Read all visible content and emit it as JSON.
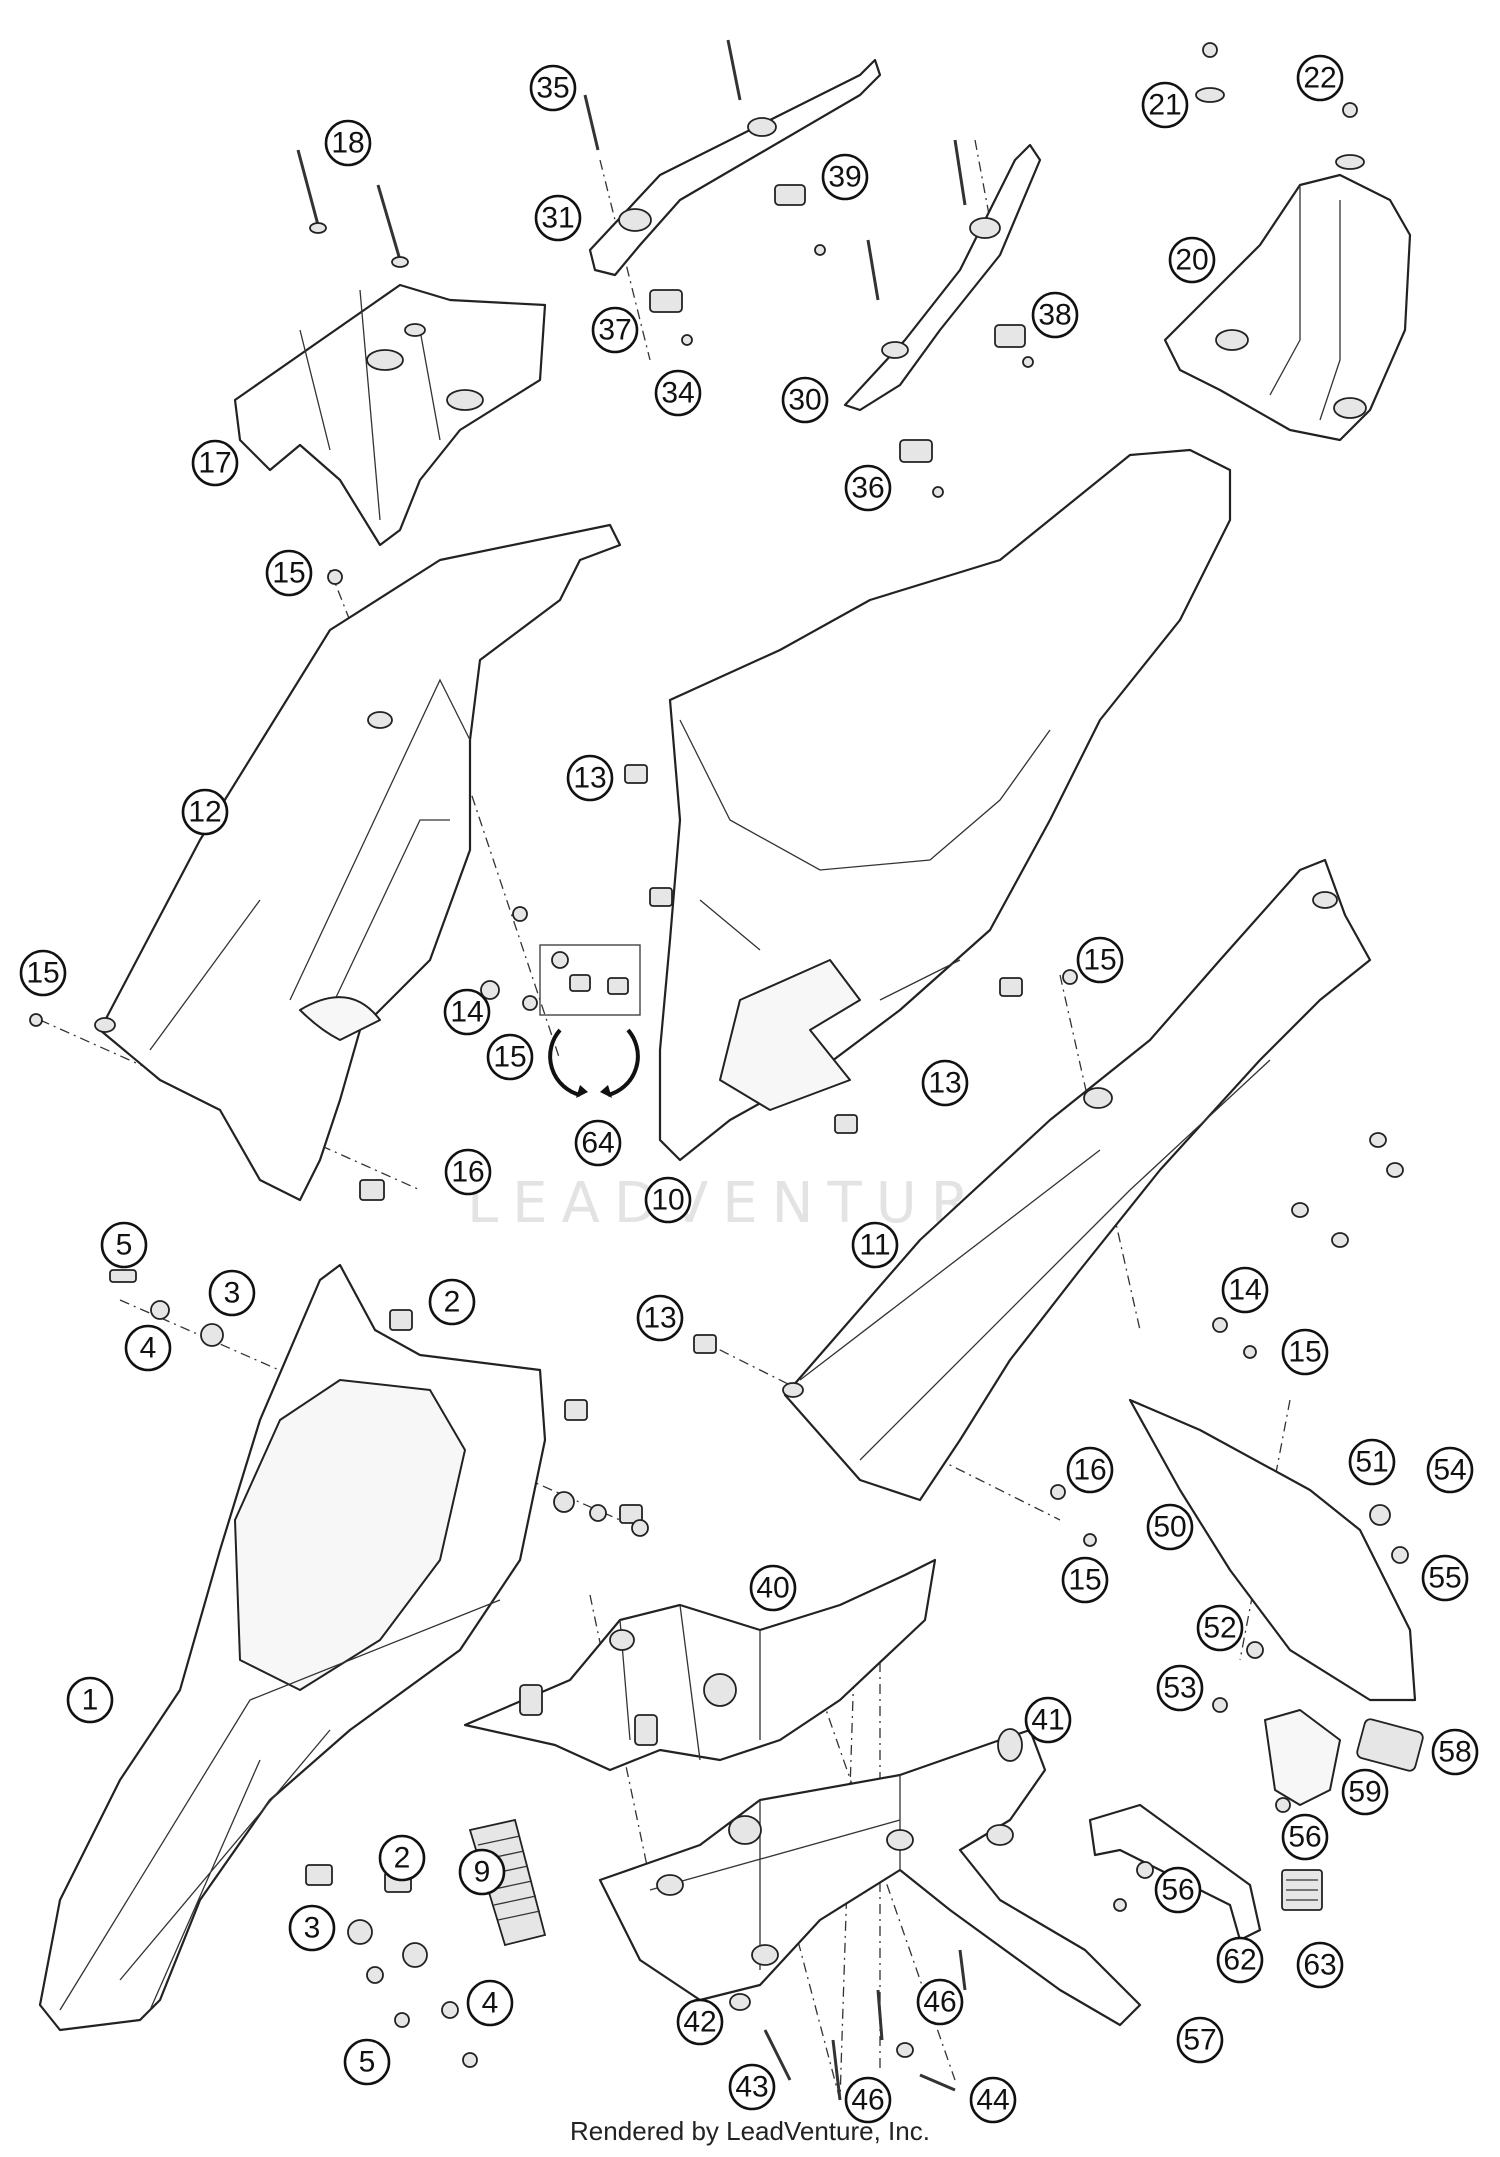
{
  "diagram": {
    "callouts": [
      {
        "number": "1"
      },
      {
        "number": "2"
      },
      {
        "number": "2"
      },
      {
        "number": "3"
      },
      {
        "number": "3"
      },
      {
        "number": "4"
      },
      {
        "number": "4"
      },
      {
        "number": "5"
      },
      {
        "number": "5"
      },
      {
        "number": "9"
      },
      {
        "number": "10"
      },
      {
        "number": "11"
      },
      {
        "number": "12"
      },
      {
        "number": "13"
      },
      {
        "number": "13"
      },
      {
        "number": "13"
      },
      {
        "number": "14"
      },
      {
        "number": "14"
      },
      {
        "number": "15"
      },
      {
        "number": "15"
      },
      {
        "number": "15"
      },
      {
        "number": "15"
      },
      {
        "number": "15"
      },
      {
        "number": "15"
      },
      {
        "number": "16"
      },
      {
        "number": "16"
      },
      {
        "number": "17"
      },
      {
        "number": "18"
      },
      {
        "number": "20"
      },
      {
        "number": "21"
      },
      {
        "number": "22"
      },
      {
        "number": "30"
      },
      {
        "number": "31"
      },
      {
        "number": "34"
      },
      {
        "number": "35"
      },
      {
        "number": "36"
      },
      {
        "number": "37"
      },
      {
        "number": "38"
      },
      {
        "number": "39"
      },
      {
        "number": "40"
      },
      {
        "number": "41"
      },
      {
        "number": "42"
      },
      {
        "number": "43"
      },
      {
        "number": "44"
      },
      {
        "number": "46"
      },
      {
        "number": "46"
      },
      {
        "number": "50"
      },
      {
        "number": "51"
      },
      {
        "number": "52"
      },
      {
        "number": "53"
      },
      {
        "number": "54"
      },
      {
        "number": "55"
      },
      {
        "number": "56"
      },
      {
        "number": "56"
      },
      {
        "number": "57"
      },
      {
        "number": "58"
      },
      {
        "number": "59"
      },
      {
        "number": "62"
      },
      {
        "number": "63"
      },
      {
        "number": "64"
      }
    ]
  },
  "watermark": "LEADVENTURE",
  "footer": "Rendered by LeadVenture, Inc.",
  "colors": {
    "line": "#222222",
    "background": "#ffffff",
    "watermark": "#e3e3e3"
  }
}
